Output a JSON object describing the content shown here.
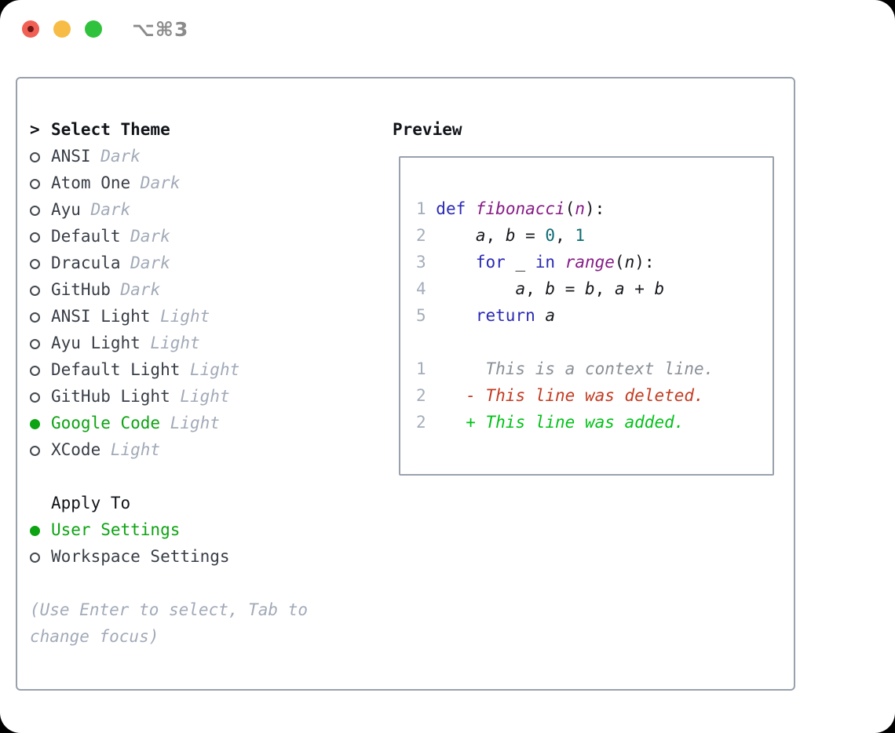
{
  "window": {
    "title": "⌥⌘3",
    "traffic_lights": [
      "close",
      "minimize",
      "zoom"
    ]
  },
  "theme_picker": {
    "prompt": ">",
    "title": "Select Theme",
    "themes": [
      {
        "name": "ANSI",
        "variant": "Dark",
        "selected": false
      },
      {
        "name": "Atom One",
        "variant": "Dark",
        "selected": false
      },
      {
        "name": "Ayu",
        "variant": "Dark",
        "selected": false
      },
      {
        "name": "Default",
        "variant": "Dark",
        "selected": false
      },
      {
        "name": "Dracula",
        "variant": "Dark",
        "selected": false
      },
      {
        "name": "GitHub",
        "variant": "Dark",
        "selected": false
      },
      {
        "name": "ANSI Light",
        "variant": "Light",
        "selected": false
      },
      {
        "name": "Ayu Light",
        "variant": "Light",
        "selected": false
      },
      {
        "name": "Default Light",
        "variant": "Light",
        "selected": false
      },
      {
        "name": "GitHub Light",
        "variant": "Light",
        "selected": false
      },
      {
        "name": "Google Code",
        "variant": "Light",
        "selected": true
      },
      {
        "name": "XCode",
        "variant": "Light",
        "selected": false
      }
    ],
    "apply_to": {
      "label": "Apply To",
      "options": [
        {
          "name": "User Settings",
          "selected": true
        },
        {
          "name": "Workspace Settings",
          "selected": false
        }
      ]
    },
    "help_text": "(Use Enter to select, Tab to change focus)"
  },
  "preview": {
    "label": "Preview",
    "code_lines": [
      {
        "num": "1",
        "tokens": [
          [
            "kwd",
            "def"
          ],
          [
            "plain",
            " "
          ],
          [
            "fn",
            "fibonacci"
          ],
          [
            "plain",
            "("
          ],
          [
            "param",
            "n"
          ],
          [
            "plain",
            "):"
          ]
        ]
      },
      {
        "num": "2",
        "tokens": [
          [
            "plain",
            "    "
          ],
          [
            "var",
            "a"
          ],
          [
            "plain",
            ", "
          ],
          [
            "var",
            "b"
          ],
          [
            "plain",
            " = "
          ],
          [
            "lit",
            "0"
          ],
          [
            "plain",
            ", "
          ],
          [
            "lit",
            "1"
          ]
        ]
      },
      {
        "num": "3",
        "tokens": [
          [
            "plain",
            "    "
          ],
          [
            "kwd",
            "for"
          ],
          [
            "plain",
            " _ "
          ],
          [
            "kwd",
            "in"
          ],
          [
            "plain",
            " "
          ],
          [
            "fn",
            "range"
          ],
          [
            "plain",
            "("
          ],
          [
            "var",
            "n"
          ],
          [
            "plain",
            "):"
          ]
        ]
      },
      {
        "num": "4",
        "tokens": [
          [
            "plain",
            "        "
          ],
          [
            "var",
            "a"
          ],
          [
            "plain",
            ", "
          ],
          [
            "var",
            "b"
          ],
          [
            "plain",
            " = "
          ],
          [
            "var",
            "b"
          ],
          [
            "plain",
            ", "
          ],
          [
            "var",
            "a"
          ],
          [
            "plain",
            " + "
          ],
          [
            "var",
            "b"
          ]
        ]
      },
      {
        "num": "5",
        "tokens": [
          [
            "plain",
            "    "
          ],
          [
            "kwd",
            "return"
          ],
          [
            "plain",
            " "
          ],
          [
            "var",
            "a"
          ]
        ]
      }
    ],
    "diff_lines": [
      {
        "num": "1",
        "marker": " ",
        "style": "context",
        "text": "This is a context line."
      },
      {
        "num": "2",
        "marker": "-",
        "style": "deleted",
        "text": "This line was deleted."
      },
      {
        "num": "2",
        "marker": "+",
        "style": "added",
        "text": "This line was added."
      }
    ]
  },
  "colors": {
    "accent_green": "#0da312",
    "added_green": "#00c217",
    "deleted_red": "#c23b22",
    "context_gray": "#8a9097",
    "muted_gray": "#a2aab8",
    "text_dark": "#383d46",
    "heading_black": "#101318",
    "line_number": "#a4adbb",
    "border_gray": "#99a1ad",
    "kwd_blue": "#2a2ab5",
    "fn_purple": "#861c86",
    "lit_teal": "#0e6b74",
    "traffic_red": "#f16055",
    "traffic_yellow": "#f6bc45",
    "traffic_green": "#31c23d"
  }
}
